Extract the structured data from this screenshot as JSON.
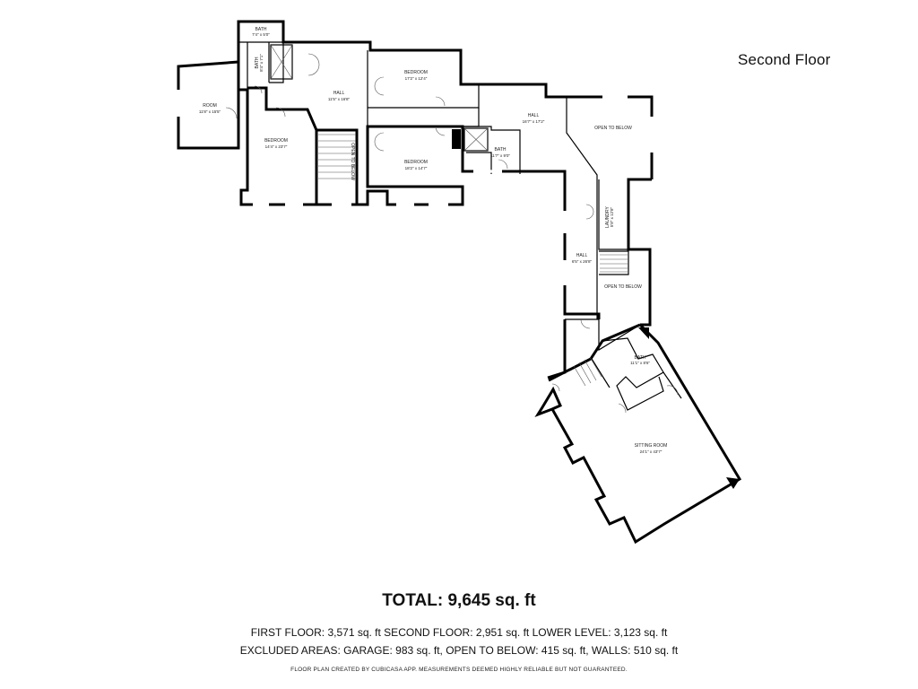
{
  "floor_label": "Second Floor",
  "rooms": [
    {
      "id": "bath-top",
      "name": "BATH",
      "dims": "7'4\" x 5'0\""
    },
    {
      "id": "bath-small",
      "name": "BATH",
      "dims": "8'4\" x 7'1\""
    },
    {
      "id": "room",
      "name": "ROOM",
      "dims": "11'8\" x 15'5\""
    },
    {
      "id": "hall-upper",
      "name": "HALL",
      "dims": "11'5\" x 16'8\""
    },
    {
      "id": "bedroom-top",
      "name": "BEDROOM",
      "dims": "17'2\" x 12'4\""
    },
    {
      "id": "bedroom-left",
      "name": "BEDROOM",
      "dims": "14'4\" x 23'7\""
    },
    {
      "id": "open-below-1",
      "name": "OPEN TO BELOW",
      "dims": ""
    },
    {
      "id": "bedroom-mid",
      "name": "BEDROOM",
      "dims": "18'2\" x 14'7\""
    },
    {
      "id": "bath-mid",
      "name": "BATH",
      "dims": "11'7\" x 9'0\""
    },
    {
      "id": "hall-right",
      "name": "HALL",
      "dims": "16'7\" x 17'2\""
    },
    {
      "id": "open-below-2",
      "name": "OPEN TO BELOW",
      "dims": ""
    },
    {
      "id": "laundry",
      "name": "LAUNDRY",
      "dims": "5'8\" x 12'8\""
    },
    {
      "id": "hall-vertical",
      "name": "HALL",
      "dims": "6'5\" x 26'8\""
    },
    {
      "id": "open-below-3",
      "name": "OPEN TO BELOW",
      "dims": ""
    },
    {
      "id": "bath-lower",
      "name": "BATH",
      "dims": "11'1\" x 8'6\""
    },
    {
      "id": "sitting-room",
      "name": "SITTING ROOM",
      "dims": "24'1\" x 43'7\""
    }
  ],
  "summary": {
    "total": "TOTAL: 9,645 sq. ft",
    "line1": "FIRST FLOOR: 3,571 sq. ft  SECOND FLOOR: 2,951 sq. ft  LOWER LEVEL: 3,123 sq. ft",
    "line2": "EXCLUDED AREAS: GARAGE: 983 sq. ft, OPEN TO BELOW: 415 sq. ft, WALLS: 510 sq. ft",
    "disclaimer": "FLOOR PLAN CREATED BY CUBICASA APP. MEASUREMENTS DEEMED HIGHLY RELIABLE BUT NOT GUARANTEED."
  }
}
